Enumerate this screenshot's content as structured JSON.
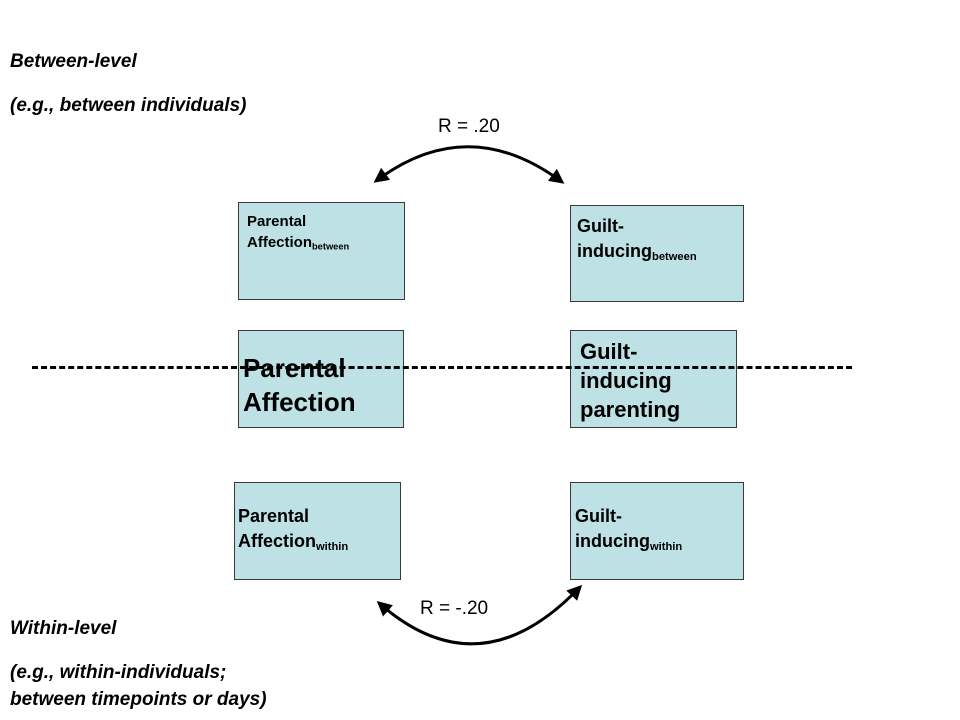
{
  "between_level": {
    "title": "Between-level",
    "description": "(e.g., between individuals)"
  },
  "within_level": {
    "title": "Within-level",
    "description_line1": "(e.g., within-individuals;",
    "description_line2": "between timepoints or days)"
  },
  "correlations": {
    "between": "R = .20",
    "within": "R = -.20"
  },
  "boxes": {
    "affection_between": {
      "line1": "Parental",
      "line2": "Affection",
      "sub": "between"
    },
    "guilt_between": {
      "line1": "Guilt-",
      "line2": "inducing",
      "sub": "between"
    },
    "affection_center": {
      "line1": "Parental",
      "line2": "Affection"
    },
    "guilt_center": {
      "line1": "Guilt-",
      "line2": "inducing",
      "line3": "parenting"
    },
    "affection_within": {
      "line1": "Parental",
      "line2": "Affection",
      "sub": "within"
    },
    "guilt_within": {
      "line1": "Guilt-",
      "line2": "inducing",
      "sub": "within"
    }
  },
  "colors": {
    "box_fill": "#bde1e5",
    "box_border": "#3a3a3a",
    "text": "#000000"
  }
}
